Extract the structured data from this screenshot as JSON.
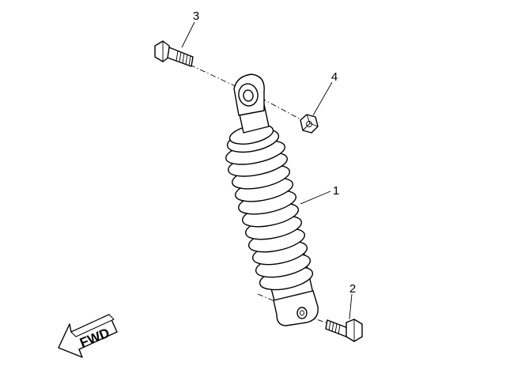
{
  "parts": [
    {
      "number": "1",
      "name": "rear-shock-absorber"
    },
    {
      "number": "2",
      "name": "lower-mount-bolt"
    },
    {
      "number": "3",
      "name": "upper-mount-bolt"
    },
    {
      "number": "4",
      "name": "nut"
    }
  ],
  "direction_indicator": {
    "label": "FWD"
  },
  "colors": {
    "line": "#000000",
    "background": "#ffffff"
  }
}
